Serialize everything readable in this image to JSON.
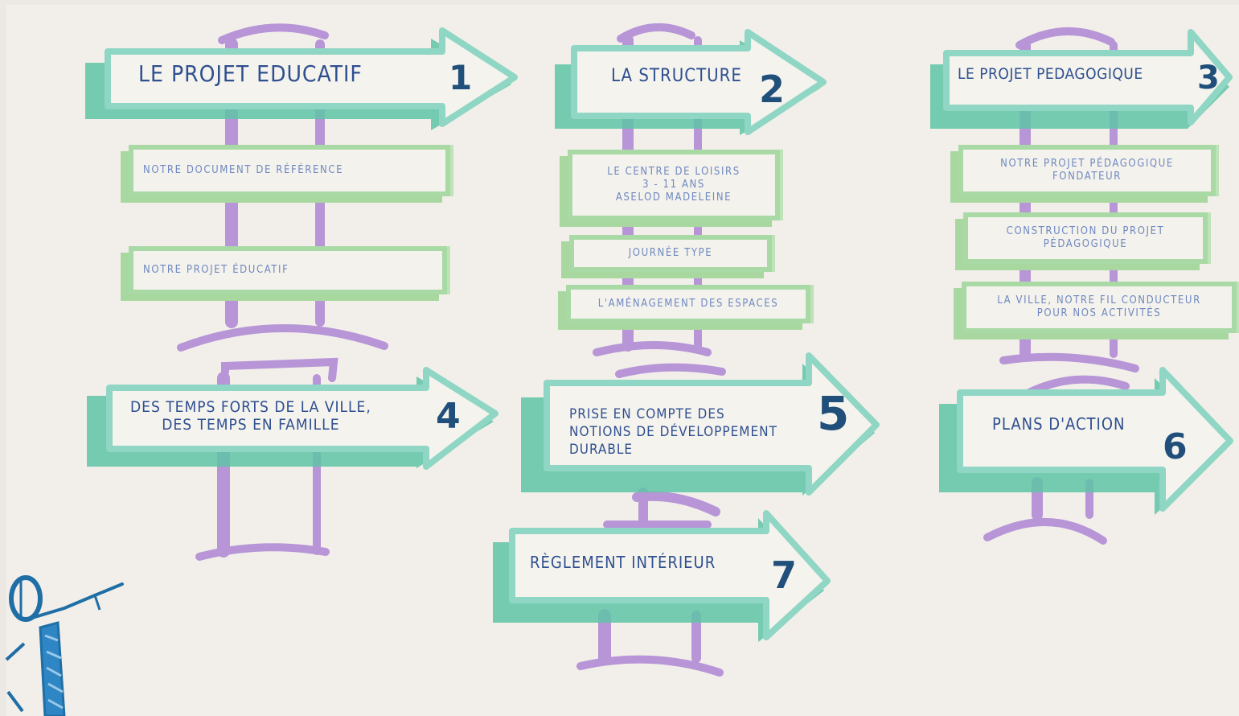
{
  "arrows": [
    {
      "label": "LE PROJET EDUCATIF",
      "number": "1"
    },
    {
      "label": "LA STRUCTURE",
      "number": "2"
    },
    {
      "label": "LE PROJET PEDAGOGIQUE",
      "number": "3"
    },
    {
      "label": "DES TEMPS FORTS DE LA VILLE,\nDES TEMPS EN FAMILLE",
      "number": "4"
    },
    {
      "label": "PRISE EN COMPTE DES\nNOTIONS DE DÉVELOPPEMENT\nDURABLE",
      "number": "5"
    },
    {
      "label": "PLANS D'ACTION",
      "number": "6"
    },
    {
      "label": "RÈGLEMENT INTÉRIEUR",
      "number": "7"
    }
  ],
  "signs": {
    "s1a": "NOTRE DOCUMENT DE RÉFÉRENCE",
    "s1b": "NOTRE PROJET ÉDUCATIF",
    "s2a": "LE CENTRE DE LOISIRS\n3 - 11 ANS\nASELOD MADELEINE",
    "s2b": "JOURNÉE TYPE",
    "s2c": "L'AMÉNAGEMENT DES ESPACES",
    "s3a": "NOTRE PROJET PÉDAGOGIQUE\nFONDATEUR",
    "s3b": "CONSTRUCTION DU PROJET\nPÉDAGOGIQUE",
    "s3c": "LA VILLE, NOTRE FIL CONDUCTEUR\nPOUR NOS ACTIVITÉS"
  },
  "colors": {
    "arrow_fill": "#f4f3ee",
    "arrow_stroke": "#8fd6c4",
    "arrow_shadow": "#5fc4a6",
    "sign_border": "#a9d9a5",
    "pole": "#b795d6",
    "text": "#2f4f8f",
    "number": "#1f4f7a"
  }
}
